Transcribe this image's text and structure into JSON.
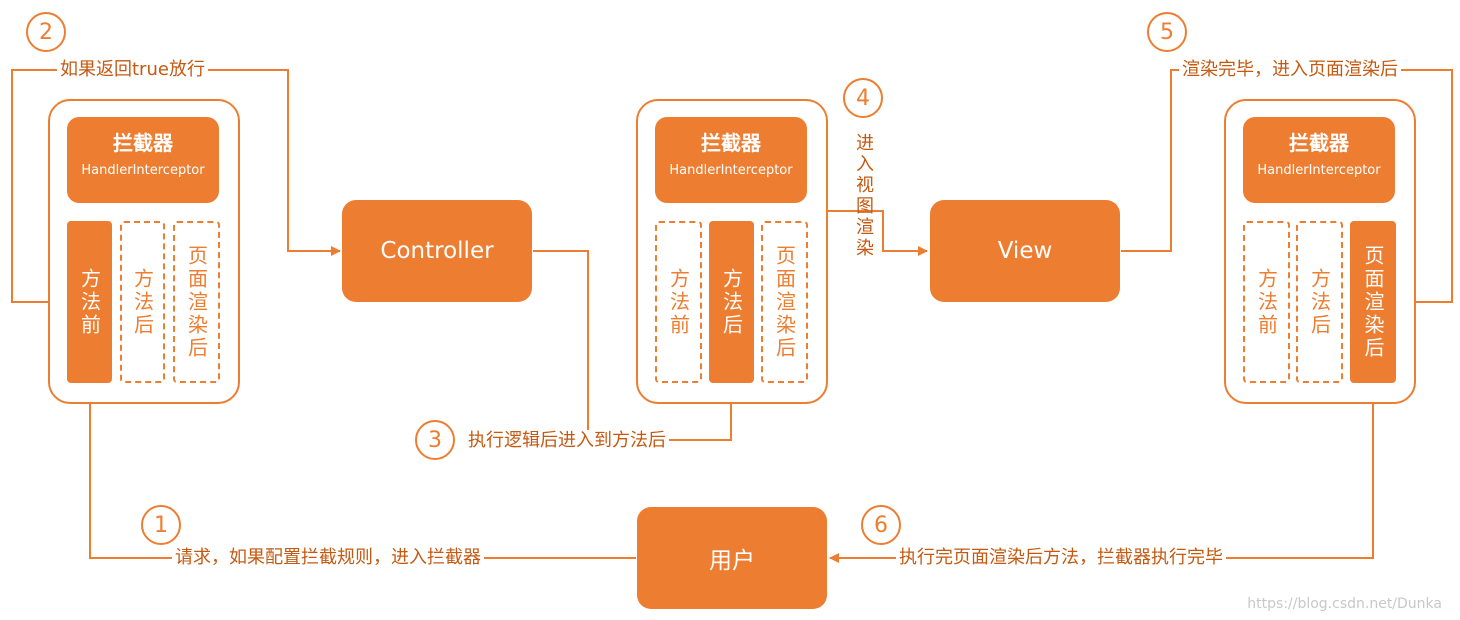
{
  "colors": {
    "accent": "#ED7D31",
    "label": "#C65911"
  },
  "interceptor": {
    "title": "拦截器",
    "subtitle": "HandlerInterceptor"
  },
  "slots": {
    "pre": "方法前",
    "post": "方法后",
    "render": "页面渲染后"
  },
  "nodes": {
    "controller": "Controller",
    "view": "View",
    "user": "用户"
  },
  "steps": [
    {
      "num": "1",
      "text": "请求，如果配置拦截规则，进入拦截器"
    },
    {
      "num": "2",
      "text": "如果返回true放行"
    },
    {
      "num": "3",
      "text": "执行逻辑后进入到方法后"
    },
    {
      "num": "4",
      "text": "进入视图渲染"
    },
    {
      "num": "5",
      "text": "渲染完毕，进入页面渲染后"
    },
    {
      "num": "6",
      "text": "执行完页面渲染后方法，拦截器执行完毕"
    }
  ],
  "watermark": "https://blog.csdn.net/Dunka"
}
